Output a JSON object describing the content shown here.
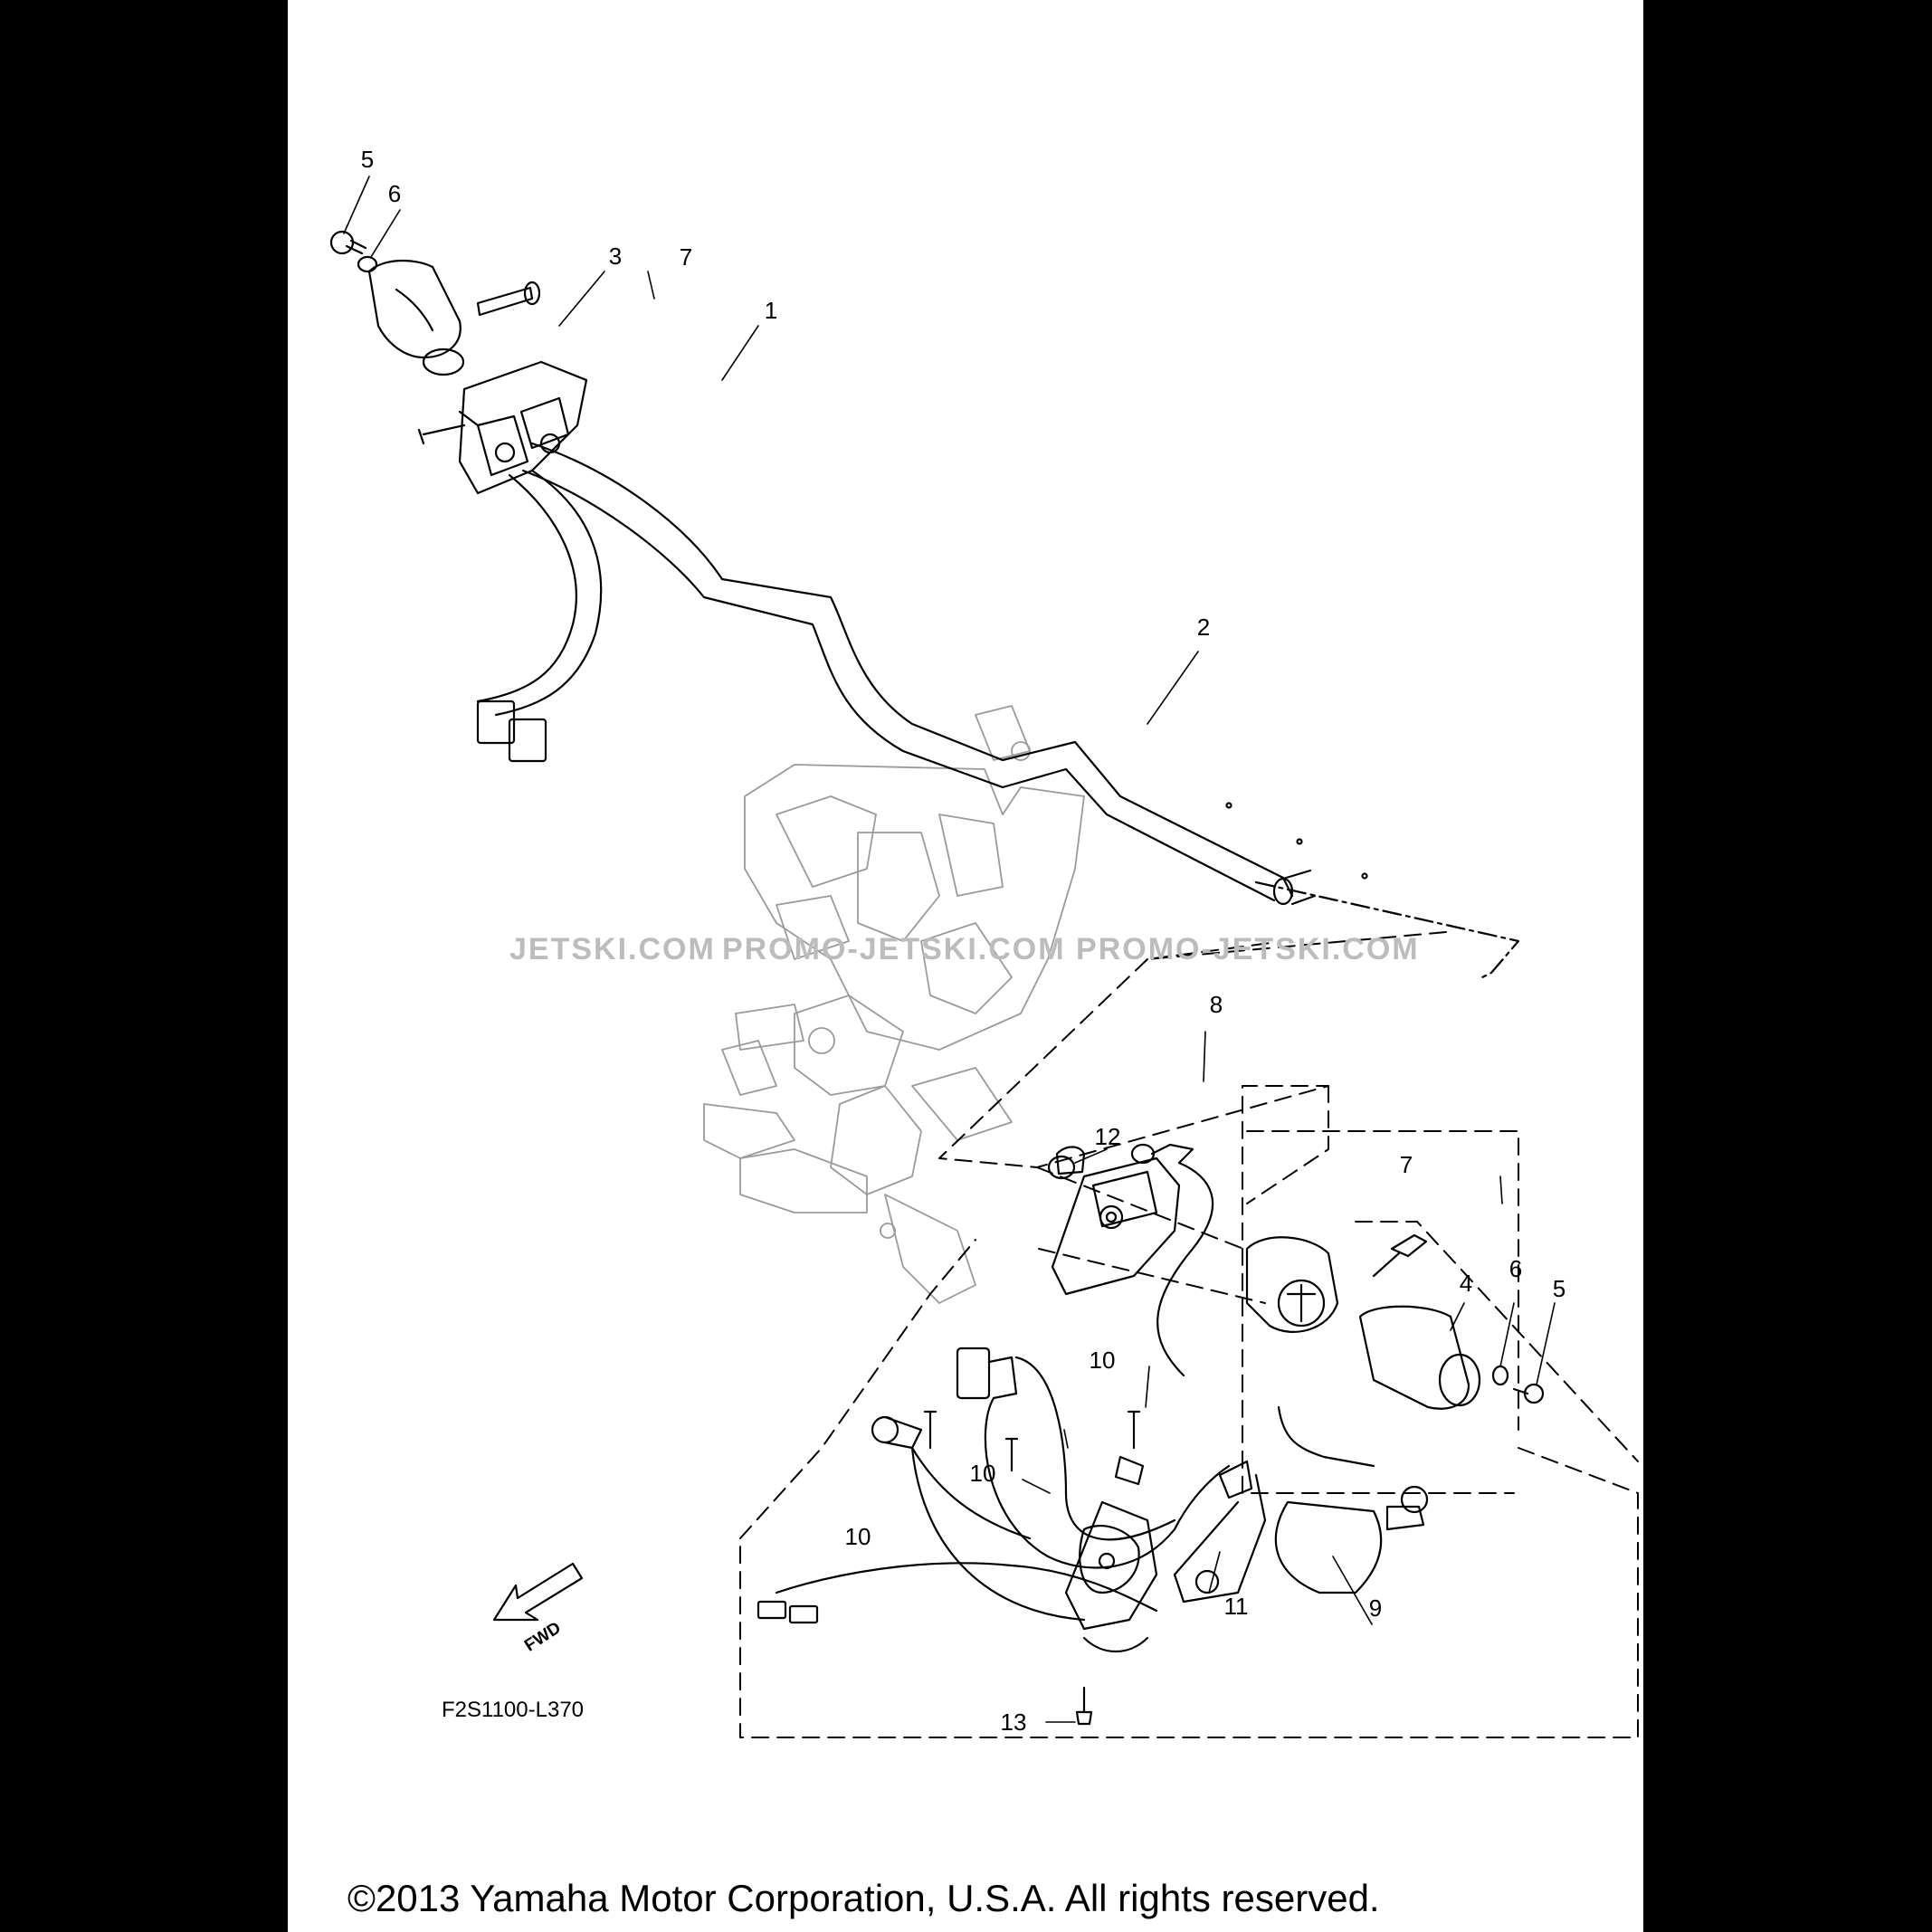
{
  "diagram": {
    "code": "F2S1100-L370",
    "fwd_label": "FWD",
    "copyright": "©2013 Yamaha Motor Corporation, U.S.A. All rights reserved.",
    "watermarks": [
      "JETSKI.COM",
      "PROMO-JETSKI.COM PROMO-JETSKI.COM"
    ],
    "callouts": {
      "c1": "1",
      "c2": "2",
      "c3": "3",
      "c4": "4",
      "c5a": "5",
      "c5b": "5",
      "c6a": "6",
      "c6b": "6",
      "c7a": "7",
      "c7b": "7",
      "c8": "8",
      "c9": "9",
      "c10a": "10",
      "c10b": "10",
      "c10c": "10",
      "c11": "11",
      "c12": "12",
      "c13": "13"
    }
  }
}
